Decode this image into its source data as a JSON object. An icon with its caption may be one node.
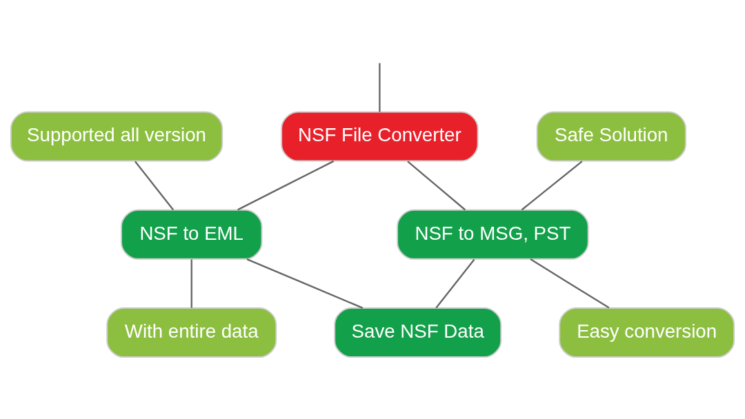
{
  "diagram": {
    "nodes": [
      {
        "text": [
          "NSF File Converter"
        ]
      },
      {
        "text": [
          "Safe Solution"
        ]
      },
      {
        "text": [
          "Supported all version"
        ]
      },
      {
        "text": [
          "NSF to MSG, PST"
        ]
      },
      {
        "text": [
          "NSF to EML"
        ]
      },
      {
        "text": [
          "Easy conversion"
        ]
      },
      {
        "text": [
          "With entire data"
        ]
      },
      {
        "text": [
          "Save NSF Data"
        ]
      }
    ],
    "edges": [
      {
        "from": null,
        "to": 0,
        "arrow": "none"
      },
      {
        "from": 0,
        "to": 3,
        "arrow": "none"
      },
      {
        "from": 0,
        "to": 4,
        "arrow": "none"
      },
      {
        "from": 1,
        "to": 3,
        "arrow": "none"
      },
      {
        "from": 2,
        "to": 4,
        "arrow": "none"
      },
      {
        "from": 3,
        "to": 5,
        "arrow": "none"
      },
      {
        "from": 4,
        "to": 6,
        "arrow": "none"
      },
      {
        "from": 3,
        "to": 7,
        "arrow": "none"
      },
      {
        "from": 4,
        "to": 7,
        "arrow": "none"
      }
    ]
  }
}
